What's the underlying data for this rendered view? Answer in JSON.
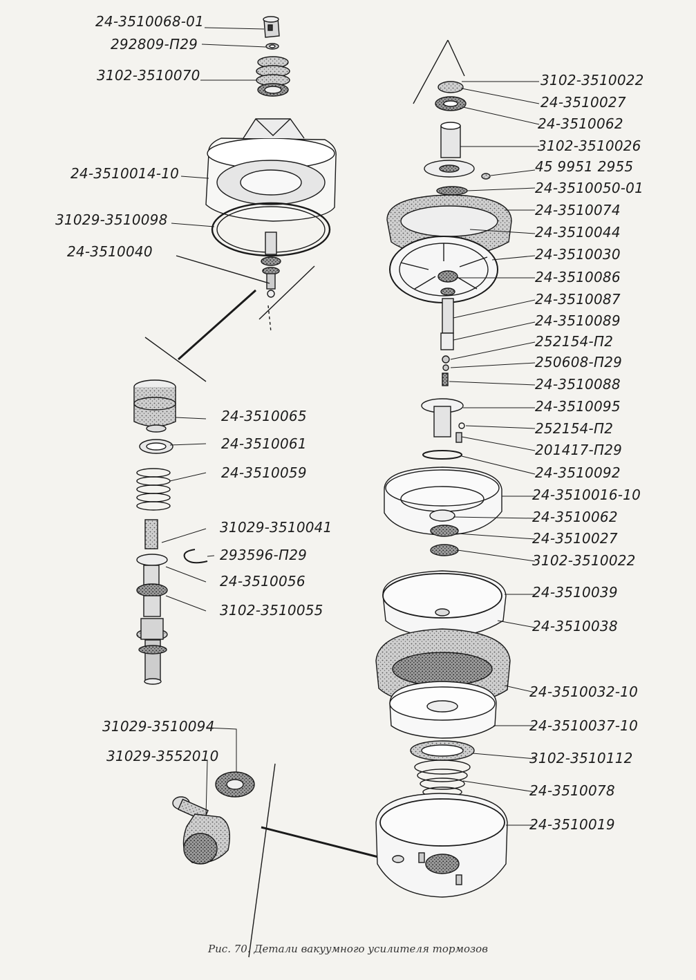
{
  "caption": "Рис. 70. Детали вакуумного усилителя тормозов",
  "labels": {
    "l01": "24-3510068-01",
    "l02": "292809-П29",
    "l03": "3102-3510070",
    "l04": "24-3510014-10",
    "l05": "31029-3510098",
    "l06": "24-3510040",
    "l07": "24-3510065",
    "l08": "24-3510061",
    "l09": "24-3510059",
    "l10": "31029-3510041",
    "l11": "293596-П29",
    "l12": "24-3510056",
    "l13": "3102-3510055",
    "l14": "31029-3510094",
    "l15": "31029-3552010",
    "r01": "3102-3510022",
    "r02": "24-3510027",
    "r03": "24-3510062",
    "r04": "3102-3510026",
    "r05": "45 9951 2955",
    "r06": "24-3510050-01",
    "r07": "24-3510074",
    "r08": "24-3510044",
    "r09": "24-3510030",
    "r10": "24-3510086",
    "r11": "24-3510087",
    "r12": "24-3510089",
    "r13": "252154-П2",
    "r14": "250608-П29",
    "r15": "24-3510088",
    "r16": "24-3510095",
    "r17": "252154-П2",
    "r18": "201417-П29",
    "r19": "24-3510092",
    "r20": "24-3510016-10",
    "r21": "24-3510062",
    "r22": "24-3510027",
    "r23": "3102-3510022",
    "r24": "24-3510039",
    "r25": "24-3510038",
    "r26": "24-3510032-10",
    "r27": "24-3510037-10",
    "r28": "3102-3510112",
    "r29": "24-3510078",
    "r30": "24-3510019"
  }
}
